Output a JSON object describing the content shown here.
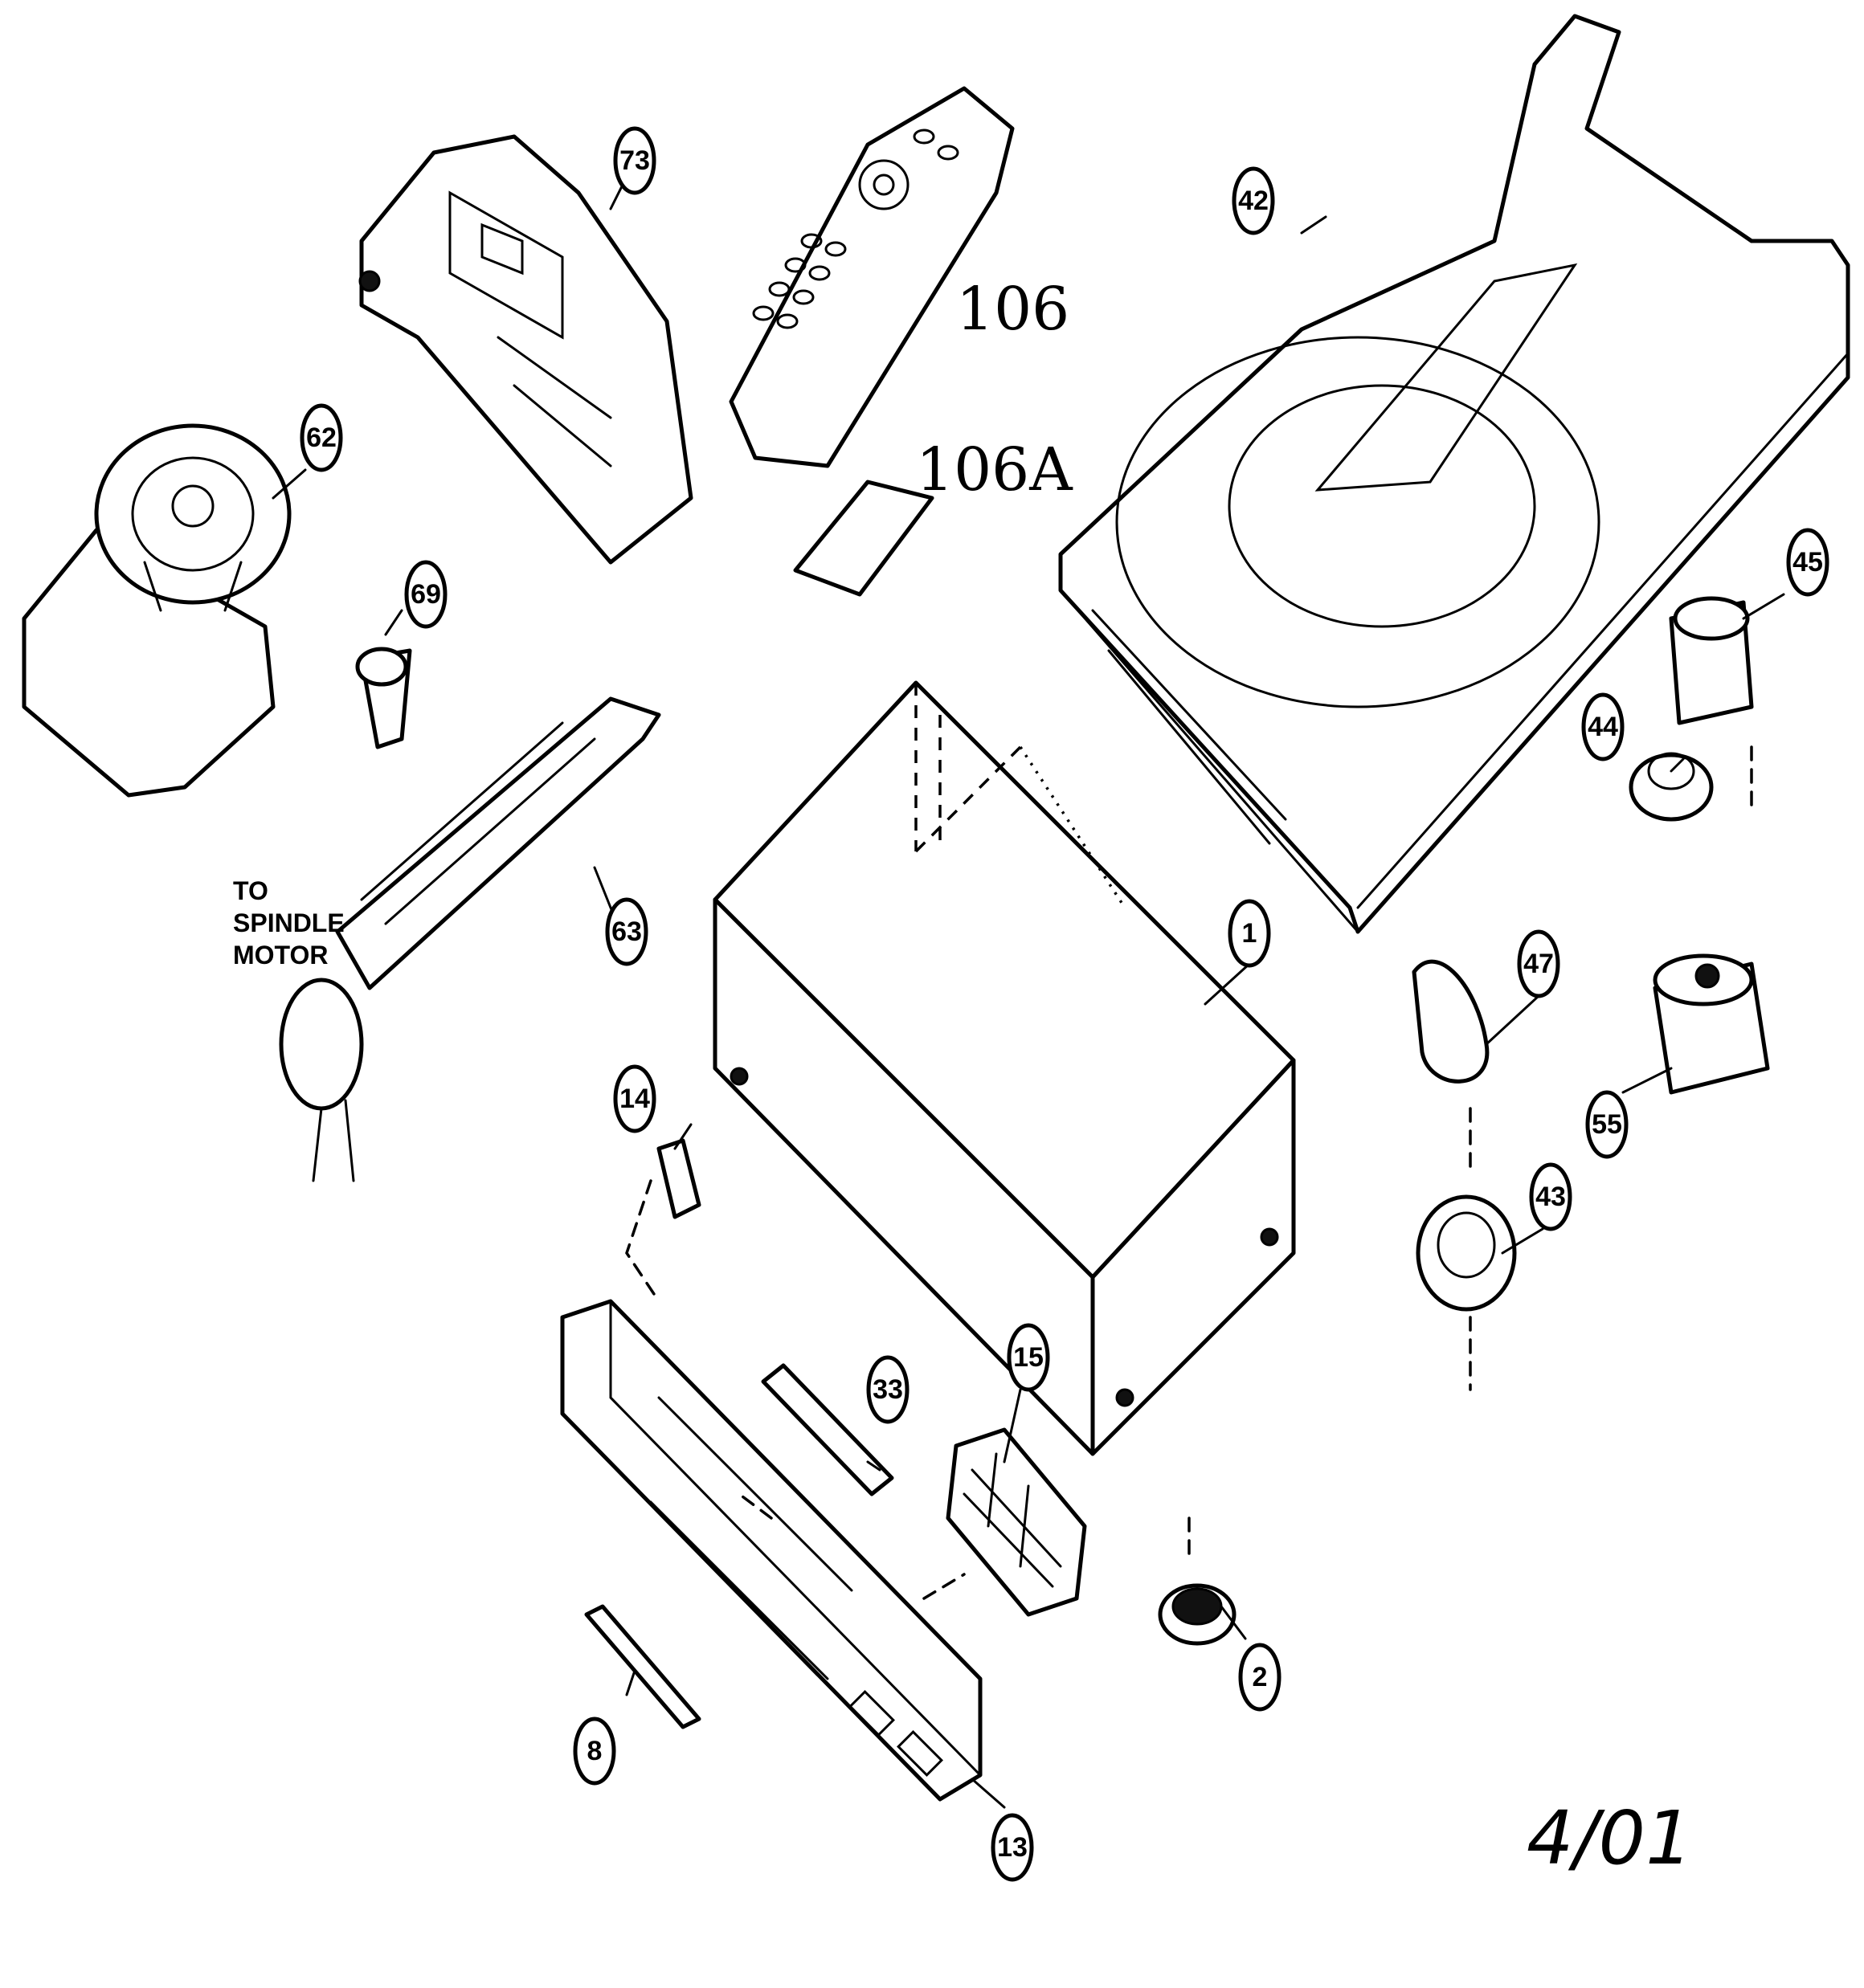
{
  "callouts": [
    {
      "id": "c1",
      "label": "1"
    },
    {
      "id": "c2",
      "label": "2"
    },
    {
      "id": "c8",
      "label": "8"
    },
    {
      "id": "c13",
      "label": "13"
    },
    {
      "id": "c14",
      "label": "14"
    },
    {
      "id": "c15",
      "label": "15"
    },
    {
      "id": "c33",
      "label": "33"
    },
    {
      "id": "c42",
      "label": "42"
    },
    {
      "id": "c43",
      "label": "43"
    },
    {
      "id": "c44",
      "label": "44"
    },
    {
      "id": "c45",
      "label": "45"
    },
    {
      "id": "c47",
      "label": "47"
    },
    {
      "id": "c55",
      "label": "55"
    },
    {
      "id": "c62",
      "label": "62"
    },
    {
      "id": "c63",
      "label": "63"
    },
    {
      "id": "c69",
      "label": "69"
    },
    {
      "id": "c73",
      "label": "73"
    }
  ],
  "handwritten": {
    "remote_label": "106",
    "cover_label": "106A"
  },
  "note": {
    "line1": "TO",
    "line2": "SPINDLE",
    "line3": "MOTOR"
  },
  "date": "4/01"
}
